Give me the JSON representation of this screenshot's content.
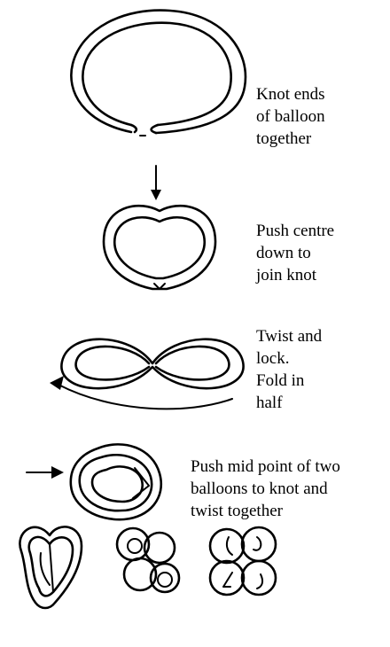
{
  "steps": [
    {
      "caption": "Knot ends\nof balloon\ntogether"
    },
    {
      "caption": "Push centre\ndown to\njoin knot"
    },
    {
      "caption": "Twist and\nlock.\nFold in\nhalf"
    },
    {
      "caption": "Push mid point of two\nballoons to knot and\ntwist together"
    }
  ]
}
